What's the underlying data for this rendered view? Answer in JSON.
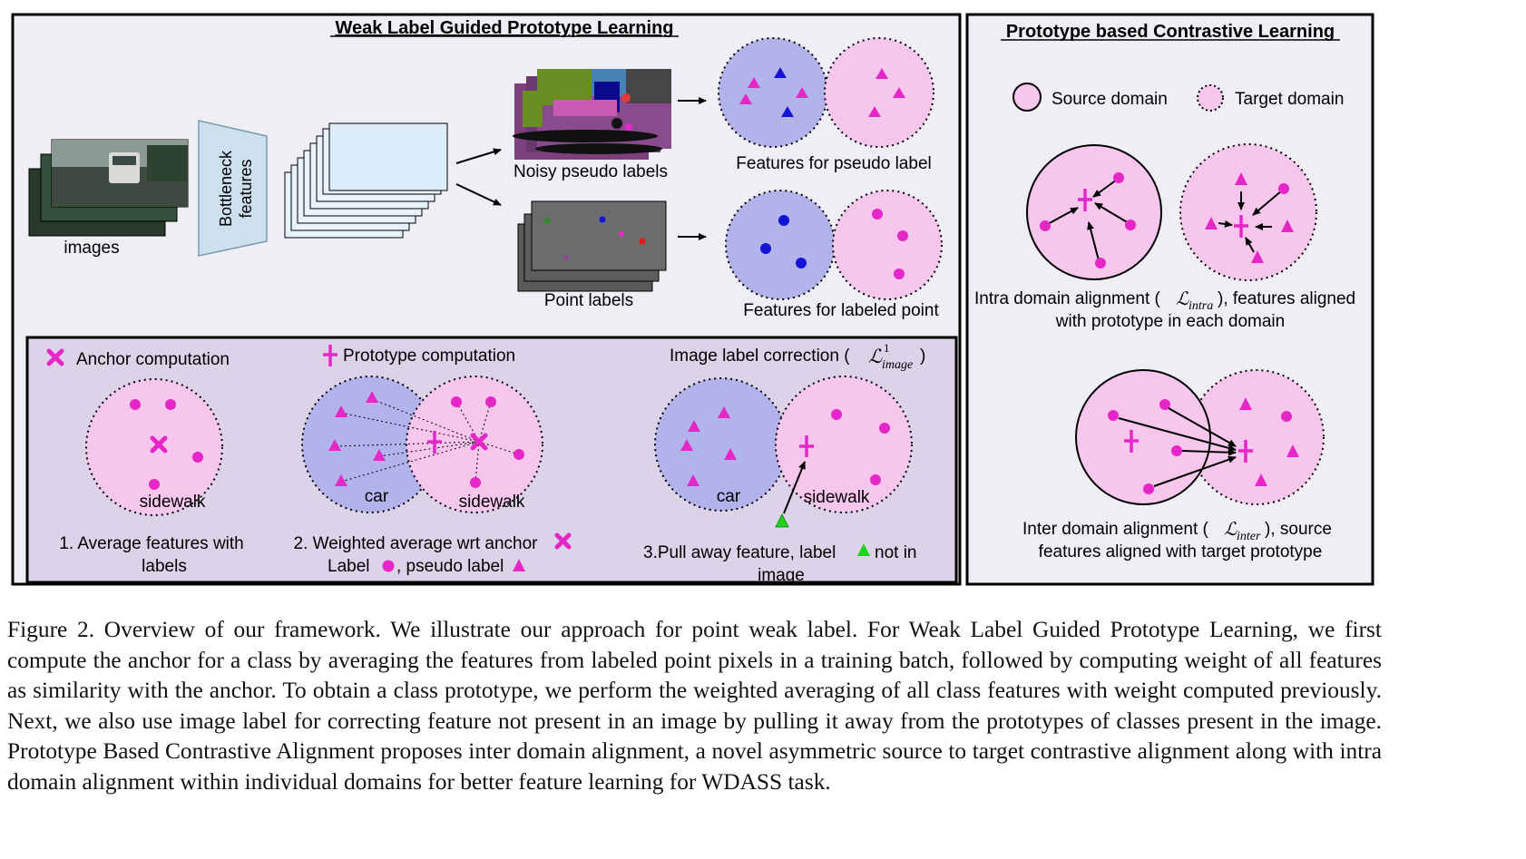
{
  "weak": {
    "title": "Weak Label Guided Prototype Learning",
    "images_label": "images",
    "bottleneck_label_1": "Bottleneck",
    "bottleneck_label_2": "features",
    "noisy_label": "Noisy pseudo labels",
    "point_label": "Point labels",
    "features_pseudo": "Features for pseudo label",
    "features_point": "Features for labeled point"
  },
  "inner": {
    "anchor_title": "Anchor computation",
    "prototype_title": "Prototype computation",
    "correction_title": "Image label correction (",
    "correction_math_main": "ℒ",
    "correction_math_sup": "1",
    "correction_math_sub": "image",
    "correction_close": ")",
    "sidewalk": "sidewalk",
    "car": "car",
    "step1_line1": "1.  Average features with",
    "step1_line2": "labels",
    "step2_line1": "2. Weighted average wrt anchor",
    "step2_line2a": "Label",
    "step2_line2b": ", pseudo label",
    "step3_line1a": "3.Pull away feature, label",
    "step3_line1b": "not in",
    "step3_line2": "image"
  },
  "contrast": {
    "title": "Prototype based Contrastive Learning",
    "source_domain": "Source domain",
    "target_domain": "Target domain",
    "intra_line1a": "Intra domain alignment (",
    "intra_math": "ℒ",
    "intra_sub": "intra",
    "intra_line1b": "), features aligned",
    "intra_line2": "with prototype in each domain",
    "inter_line1a": "Inter domain alignment (",
    "inter_math": "ℒ",
    "inter_sub": "inter",
    "inter_line1b": " ), source",
    "inter_line2": "features aligned with target prototype"
  },
  "caption": {
    "text": "Figure 2. Overview of our framework. We illustrate our approach for point weak label. For Weak Label Guided Prototype Learning, we first compute the anchor for a class by averaging the features from labeled point pixels in a training batch, followed by computing weight of all features as similarity with the anchor. To obtain a class prototype, we perform the weighted averaging of all class features with weight computed previously. Next, we also use image label for correcting feature not present in an image by pulling it away from the prototypes of classes present in the image. Prototype Based Contrastive Alignment proposes inter domain alignment, a novel asymmetric source to target contrastive alignment along with intra domain alignment within individual domains for better feature learning for WDASS task."
  },
  "colors": {
    "panel_bg": "#efeef4",
    "inner_bg": "#dcd3e8",
    "pink_fill": "#f6c6ec",
    "blue_fill": "#b3b3ec",
    "magenta": "#e627c8",
    "blue_marker": "#1414d6",
    "green_marker": "#1ed21e"
  }
}
